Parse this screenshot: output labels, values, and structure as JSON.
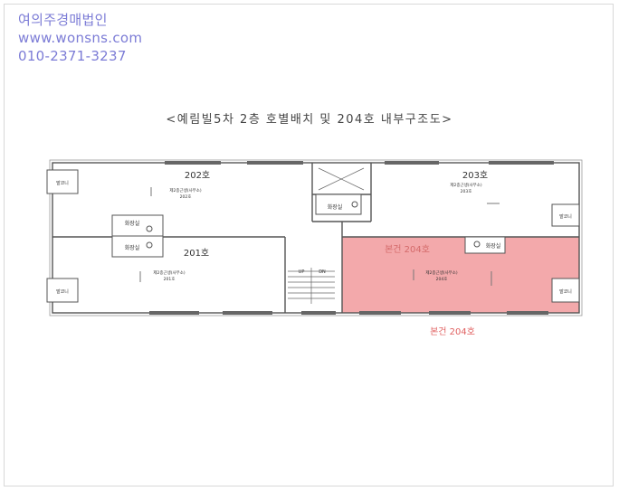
{
  "header": {
    "company": "여의주경매법인",
    "website": "www.wonsns.com",
    "phone": "010-2371-3237"
  },
  "title": "<예림빌5차 2층 호별배치 및 204호 내부구조도>",
  "plan": {
    "units": {
      "u202": {
        "name": "202호",
        "use": "제2종근생(사무소)",
        "sub": "202호"
      },
      "u203": {
        "name": "203호",
        "use": "제2종근생(사무소)",
        "sub": "203호"
      },
      "u201": {
        "name": "201호",
        "use": "제2종근생(사무소)",
        "sub": "201호"
      },
      "u204": {
        "name": "본건 204호",
        "use": "제2종근생(사무소)",
        "sub": "204호"
      }
    },
    "toilets": [
      "화장실",
      "화장실",
      "화장실",
      "화장실"
    ],
    "side_rooms": [
      "발코니",
      "발코니",
      "발코니",
      "발코니"
    ],
    "stairs": [
      "UP",
      "DN"
    ]
  },
  "caption": "본건 204호",
  "colors": {
    "highlight": "#f3a9ab",
    "header_text": "#7c7cd6",
    "caption": "#e06060"
  }
}
